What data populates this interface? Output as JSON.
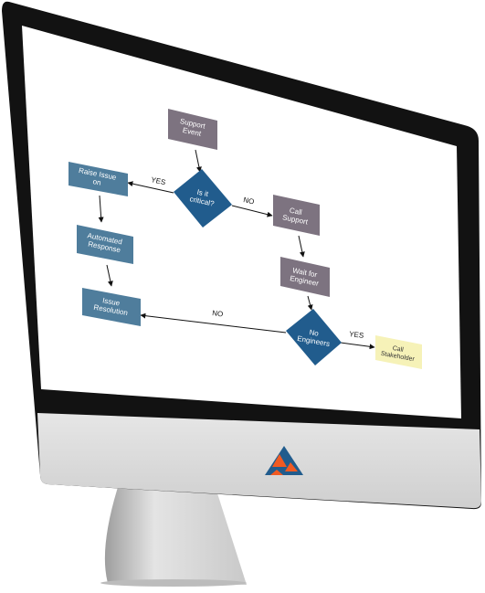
{
  "flowchart": {
    "nodes": [
      {
        "id": "support_event",
        "kind": "process",
        "lines": [
          "Support",
          "Event"
        ],
        "fill": "#7d7380"
      },
      {
        "id": "is_critical",
        "kind": "decision",
        "lines": [
          "Is it",
          "critical?"
        ],
        "fill": "#215c8d"
      },
      {
        "id": "raise_issue",
        "kind": "process",
        "lines": [
          "Raise Issue",
          "on"
        ],
        "fill": "#4f7d9c"
      },
      {
        "id": "automated_response",
        "kind": "process",
        "lines": [
          "Automated",
          "Response"
        ],
        "fill": "#4f7d9c"
      },
      {
        "id": "issue_resolution",
        "kind": "process",
        "lines": [
          "Issue",
          "Resolution"
        ],
        "fill": "#4f7d9c"
      },
      {
        "id": "call_support",
        "kind": "process",
        "lines": [
          "Call",
          "Support"
        ],
        "fill": "#7d7380"
      },
      {
        "id": "wait_for_engineer",
        "kind": "process",
        "lines": [
          "Wait for",
          "Engineer"
        ],
        "fill": "#7d7380"
      },
      {
        "id": "no_engineers",
        "kind": "decision",
        "lines": [
          "No",
          "Engineers"
        ],
        "fill": "#215c8d"
      },
      {
        "id": "call_stakeholder",
        "kind": "note",
        "lines": [
          "Call",
          "Stakeholder"
        ],
        "fill": "#f6f2b8"
      }
    ],
    "edge_labels": {
      "critical_yes": "YES",
      "critical_no": "NO",
      "engineers_no": "NO",
      "engineers_yes": "YES"
    }
  },
  "colors": {
    "bezel": "#111111",
    "screen": "#ffffff",
    "chin": "#dedede",
    "stand": "#d6d6d6",
    "logo_blue": "#215c8d",
    "logo_orange": "#f05a22"
  },
  "brand": {
    "logo_icon": "triangle-logo-icon"
  }
}
